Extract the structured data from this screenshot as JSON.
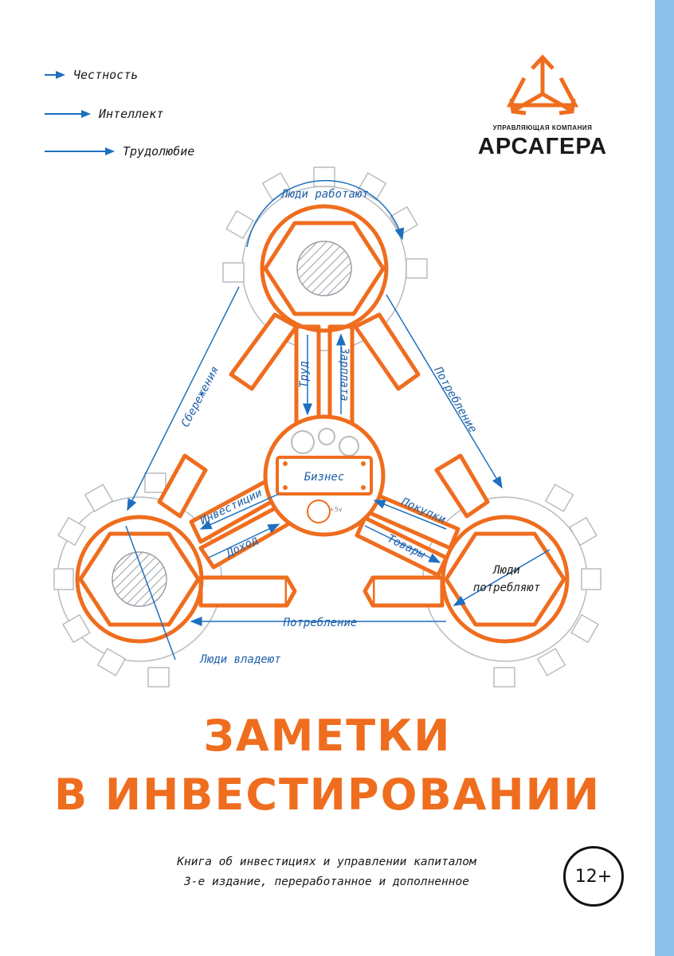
{
  "legend": [
    {
      "label": "Честность",
      "arrow_color": "#1e6fbf"
    },
    {
      "label": "Интеллект",
      "arrow_color": "#1e6fbf"
    },
    {
      "label": "Трудолюбие",
      "arrow_color": "#1e6fbf"
    }
  ],
  "logo": {
    "subtitle": "УПРАВЛЯЮЩАЯ КОМПАНИЯ",
    "name": "АРСАГЕРА"
  },
  "diagram": {
    "labels": {
      "people_work": "Люди работают",
      "labor": "Труд",
      "salary": "Зарплата",
      "savings": "Сбережения",
      "consumption_right": "Потребление",
      "business": "Бизнес",
      "investments": "Инвестиции",
      "income": "Доход",
      "purchases": "Покупки",
      "goods": "Товары",
      "people_consume_1": "Люди",
      "people_consume_2": "потребляют",
      "consumption_bottom": "Потребление",
      "people_own": "Люди владеют",
      "voltage": "+5v"
    }
  },
  "title": {
    "line1": "ЗАМЕТКИ",
    "line2": "В ИНВЕСТИРОВАНИИ"
  },
  "subtitle": {
    "line1": "Книга об инвестициях и управлении капиталом",
    "line2": "3-е издание, переработанное и дополненное"
  },
  "age_rating": "12+",
  "colors": {
    "orange": "#ef6d1e",
    "blue": "#1e6fbf",
    "border_blue": "#8cc2ea"
  }
}
